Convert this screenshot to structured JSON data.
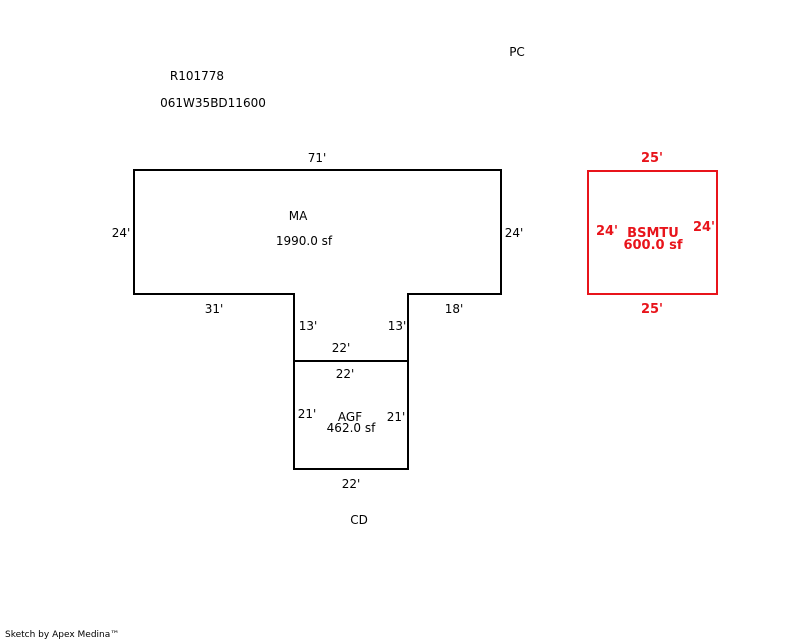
{
  "header": {
    "parcel_id": "R101778",
    "map_number": "061W35BD11600",
    "pc_label": "PC"
  },
  "areas": {
    "ma": {
      "code": "MA",
      "area": "1990.0 sf",
      "dims": {
        "top": "71'",
        "left": "24'",
        "right": "24'",
        "bottom_left": "31'",
        "bottom_right": "18'",
        "notch_left": "13'",
        "notch_right": "13'",
        "notch_bottom": "22'"
      }
    },
    "agf": {
      "code": "AGF",
      "area": "462.0 sf",
      "dims": {
        "top": "22'",
        "left": "21'",
        "right": "21'",
        "bottom": "22'"
      }
    },
    "bsmtu": {
      "code": "BSMTU",
      "area": "600.0 sf",
      "dims": {
        "top": "25'",
        "bottom": "25'",
        "left": "24'",
        "right": "24'"
      }
    }
  },
  "cd_label": "CD",
  "credit": "Sketch by Apex Medina™",
  "colors": {
    "line": "#000000",
    "highlight": "#e8141b"
  }
}
